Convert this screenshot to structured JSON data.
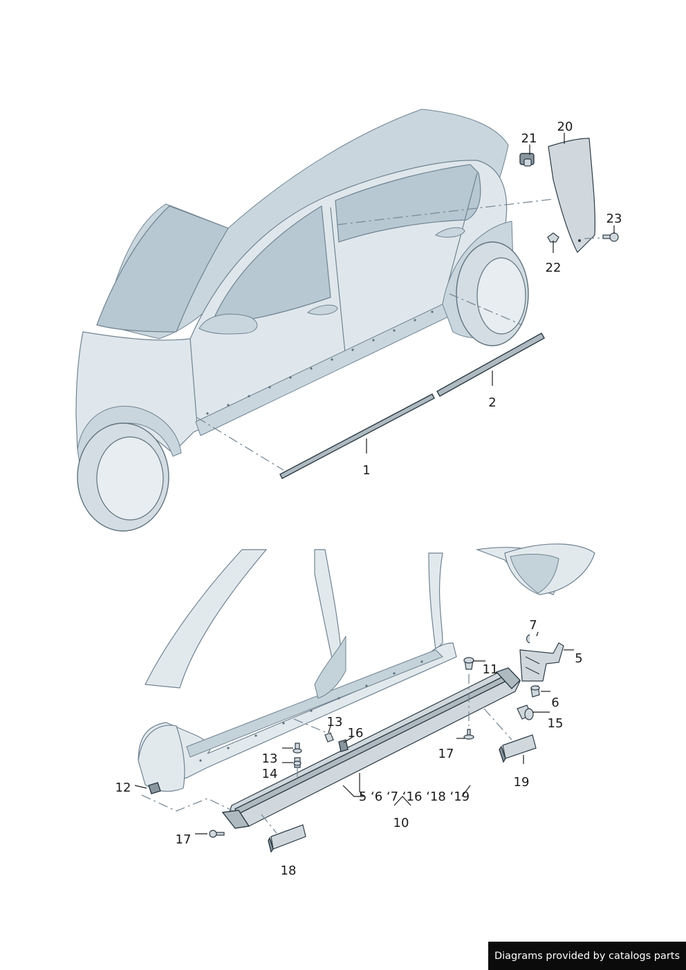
{
  "callouts": {
    "c1": "1",
    "c2": "2",
    "c5": "5",
    "c6": "6",
    "c7": "7",
    "c10": "10",
    "c10_list": "5 ‘6 ‘7 ‘16 ‘18 ‘19",
    "c11": "11",
    "c12": "12",
    "c13a": "13",
    "c13b": "13",
    "c14": "14",
    "c15": "15",
    "c16": "16",
    "c17a": "17",
    "c17b": "17",
    "c18": "18",
    "c19": "19",
    "c20": "20",
    "c21": "21",
    "c22": "22",
    "c23": "23"
  },
  "footer": {
    "text": "Diagrams provided by catalogs parts"
  }
}
